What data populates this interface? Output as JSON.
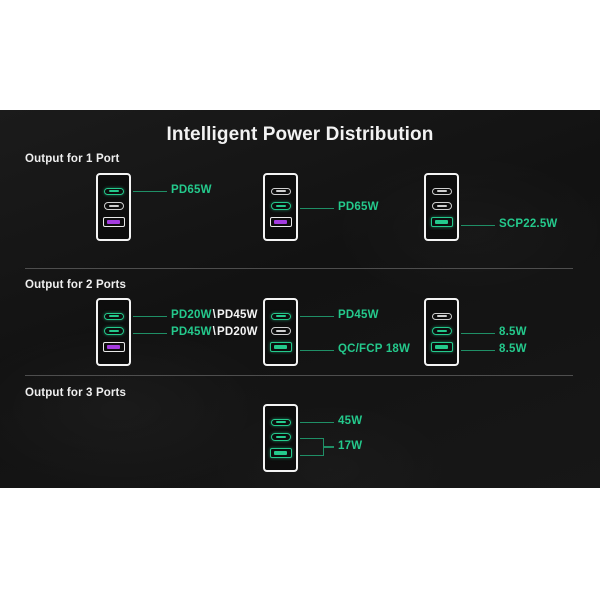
{
  "panel": {
    "title": "Intelligent Power Distribution",
    "accent_green": "#24c98c",
    "usb_a_purple": "#a43ce0",
    "background": "#141414",
    "text_white": "#f4f4f4"
  },
  "sections": [
    {
      "label": "Output for 1 Port",
      "chargers": [
        {
          "ports": [
            {
              "type": "usb-c",
              "active": true
            },
            {
              "type": "usb-c",
              "active": false
            },
            {
              "type": "usb-a",
              "active": false
            }
          ],
          "labels": [
            {
              "value": "PD65W",
              "alt": "",
              "port_index": 0
            }
          ]
        },
        {
          "ports": [
            {
              "type": "usb-c",
              "active": false
            },
            {
              "type": "usb-c",
              "active": true
            },
            {
              "type": "usb-a",
              "active": false
            }
          ],
          "labels": [
            {
              "value": "PD65W",
              "alt": "",
              "port_index": 1
            }
          ]
        },
        {
          "ports": [
            {
              "type": "usb-c",
              "active": false
            },
            {
              "type": "usb-c",
              "active": false
            },
            {
              "type": "usb-a",
              "active": true
            }
          ],
          "labels": [
            {
              "value": "SCP22.5W",
              "alt": "",
              "port_index": 2
            }
          ]
        }
      ]
    },
    {
      "label": "Output for 2 Ports",
      "chargers": [
        {
          "ports": [
            {
              "type": "usb-c",
              "active": true
            },
            {
              "type": "usb-c",
              "active": true
            },
            {
              "type": "usb-a",
              "active": false
            }
          ],
          "labels": [
            {
              "value": "PD20W",
              "alt": "PD45W",
              "port_index": 0
            },
            {
              "value": "PD45W",
              "alt": "PD20W",
              "port_index": 1
            }
          ]
        },
        {
          "ports": [
            {
              "type": "usb-c",
              "active": true
            },
            {
              "type": "usb-c",
              "active": false
            },
            {
              "type": "usb-a",
              "active": true
            }
          ],
          "labels": [
            {
              "value": "PD45W",
              "alt": "",
              "port_index": 0
            },
            {
              "value": "QC/FCP 18W",
              "alt": "",
              "port_index": 2
            }
          ]
        },
        {
          "ports": [
            {
              "type": "usb-c",
              "active": false
            },
            {
              "type": "usb-c",
              "active": true
            },
            {
              "type": "usb-a",
              "active": true
            }
          ],
          "labels": [
            {
              "value": "8.5W",
              "alt": "",
              "port_index": 1
            },
            {
              "value": "8.5W",
              "alt": "",
              "port_index": 2
            }
          ]
        }
      ]
    },
    {
      "label": "Output for 3 Ports",
      "chargers": [
        {
          "ports": [
            {
              "type": "usb-c",
              "active": true
            },
            {
              "type": "usb-c",
              "active": true
            },
            {
              "type": "usb-a",
              "active": true
            }
          ],
          "labels": [
            {
              "value": "45W",
              "alt": "",
              "port_index": 0
            },
            {
              "value": "17W",
              "alt": "",
              "port_index": 1,
              "bracket": true
            }
          ]
        }
      ]
    }
  ],
  "row1": {
    "label": "Output for 1 Port",
    "c1": {
      "l1": "PD65W"
    },
    "c2": {
      "l1": "PD65W"
    },
    "c3": {
      "l1": "SCP22.5W"
    }
  },
  "row2": {
    "label": "Output for 2 Ports",
    "c1": {
      "l1": "PD20W",
      "l1alt": "PD45W",
      "l2": "PD45W",
      "l2alt": "PD20W"
    },
    "c2": {
      "l1": "PD45W",
      "l2": "QC/FCP 18W"
    },
    "c3": {
      "l1": "8.5W",
      "l2": "8.5W"
    }
  },
  "row3": {
    "label": "Output for 3 Ports",
    "c1": {
      "l1": "45W",
      "l2": "17W"
    }
  }
}
